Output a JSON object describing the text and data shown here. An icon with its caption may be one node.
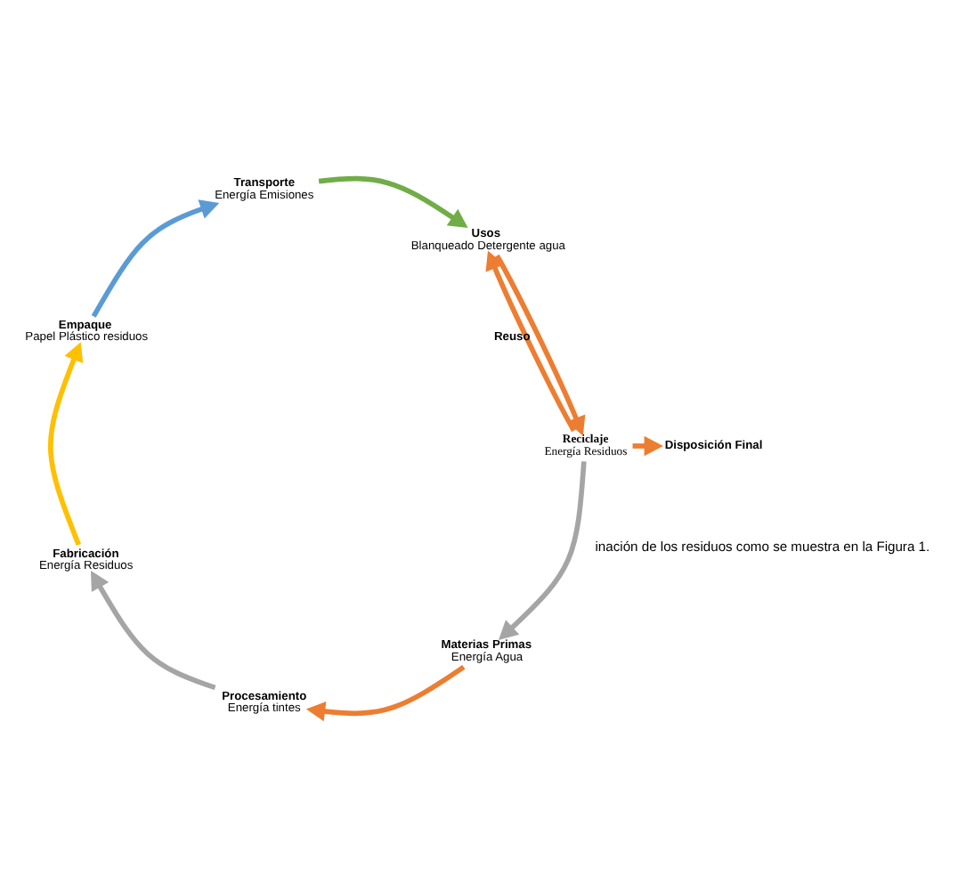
{
  "diagram": {
    "nodes": [
      {
        "text": [
          "Reciclaje",
          "Energía Residuos"
        ]
      },
      {
        "text": [
          "Materias Primas",
          "Energía Agua"
        ]
      },
      {
        "text": [
          "Procesamiento",
          "Energía tintes"
        ]
      },
      {
        "text": [
          "Fabricación",
          "Energía Residuos"
        ]
      },
      {
        "text": [
          "Empaque",
          "Papel Plástico residuos"
        ]
      },
      {
        "text": [
          "Transporte",
          "Energía Emisiones"
        ]
      },
      {
        "text": [
          "Usos",
          "Blanqueado Detergente agua"
        ]
      },
      {
        "text": [
          "Disposición Final"
        ]
      }
    ],
    "edges": [
      {
        "from": 0,
        "to": 1,
        "arrow": "to",
        "color": "#a5a5a5"
      },
      {
        "from": 1,
        "to": 2,
        "arrow": "to"
      },
      {
        "from": 2,
        "to": 3,
        "arrow": "to",
        "color": "#a5a5a5"
      },
      {
        "from": 3,
        "to": 4,
        "arrow": "to",
        "color": "#ffc000"
      },
      {
        "from": 4,
        "to": 5,
        "arrow": "to",
        "color": "#5b9bd5"
      },
      {
        "from": 5,
        "to": 6,
        "arrow": "to",
        "color": "#70ad47"
      },
      {
        "from": 6,
        "to": 0,
        "arrow": "to"
      },
      {
        "from": 0,
        "to": 7,
        "arrow": "to"
      },
      {
        "from": 0,
        "to": 6,
        "arrow": "to",
        "label": "Reuso"
      }
    ],
    "labels": [
      "inación de los residuos como se muestra en la Figura 1."
    ]
  }
}
